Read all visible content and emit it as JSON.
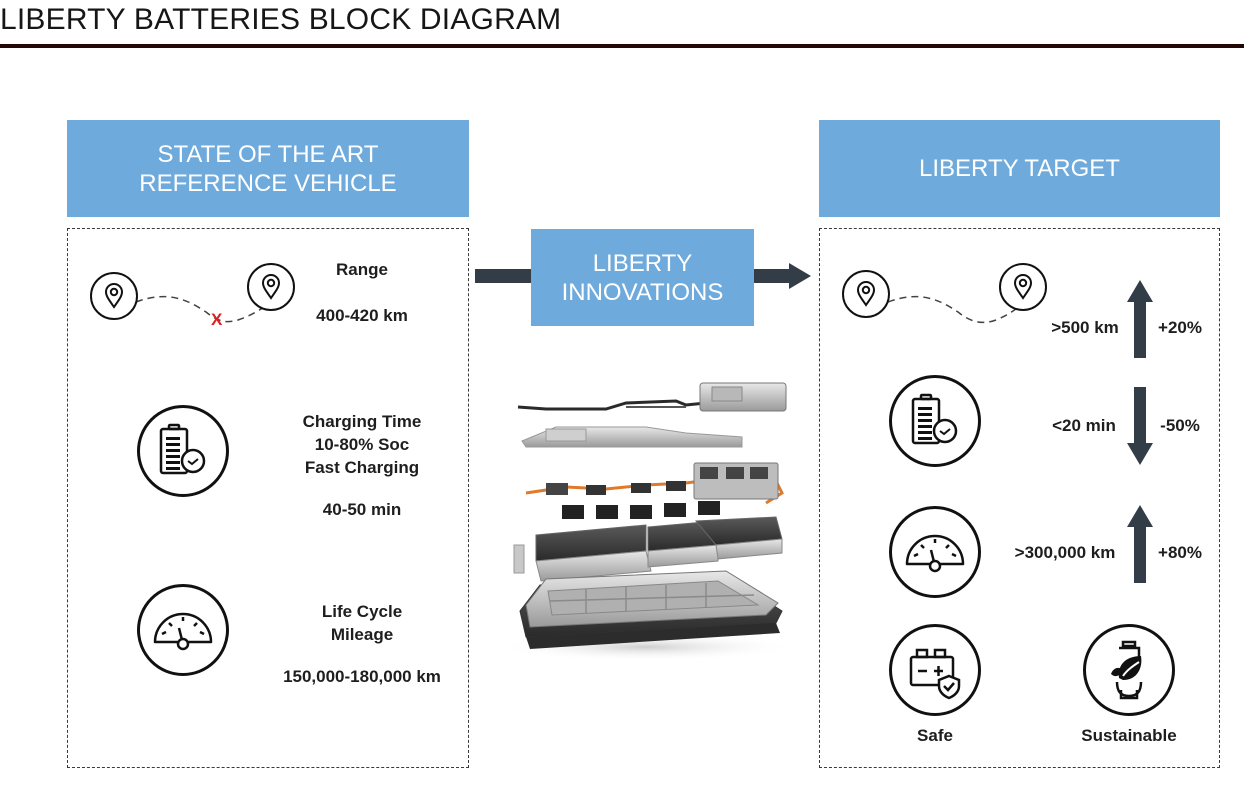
{
  "header": {
    "title": "LIBERTY BATTERIES BLOCK DIAGRAM"
  },
  "colors": {
    "header_box": "#6eaadb",
    "arrow": "#333d47",
    "title_rule": "#230707",
    "range_fail_marker": "#e02020"
  },
  "left_panel": {
    "title_line1": "STATE OF THE ART",
    "title_line2": "REFERENCE VEHICLE",
    "range": {
      "icon": "map-pin-route-icon",
      "label": "Range",
      "value": "400-420 km",
      "marker": "X"
    },
    "charging": {
      "icon": "battery-clock-icon",
      "label_line1": "Charging Time",
      "label_line2": "10-80% Soc",
      "label_line3": "Fast Charging",
      "value": "40-50 min"
    },
    "mileage": {
      "icon": "speedometer-icon",
      "label_line1": "Life Cycle",
      "label_line2": "Mileage",
      "value": "150,000-180,000 km"
    }
  },
  "center": {
    "title_line1": "LIBERTY",
    "title_line2": "INNOVATIONS",
    "image": "exploded-battery-pack-image"
  },
  "right_panel": {
    "title": "LIBERTY TARGET",
    "range": {
      "icon": "map-pin-route-icon",
      "value": ">500 km",
      "change": "+20%",
      "direction": "up"
    },
    "charging": {
      "icon": "battery-clock-icon",
      "value": "<20 min",
      "change": "-50%",
      "direction": "down"
    },
    "mileage": {
      "icon": "speedometer-icon",
      "value": ">300,000 km",
      "change": "+80%",
      "direction": "up"
    },
    "safe": {
      "icon": "battery-shield-icon",
      "label": "Safe"
    },
    "sustainable": {
      "icon": "battery-leaf-icon",
      "label": "Sustainable"
    }
  }
}
